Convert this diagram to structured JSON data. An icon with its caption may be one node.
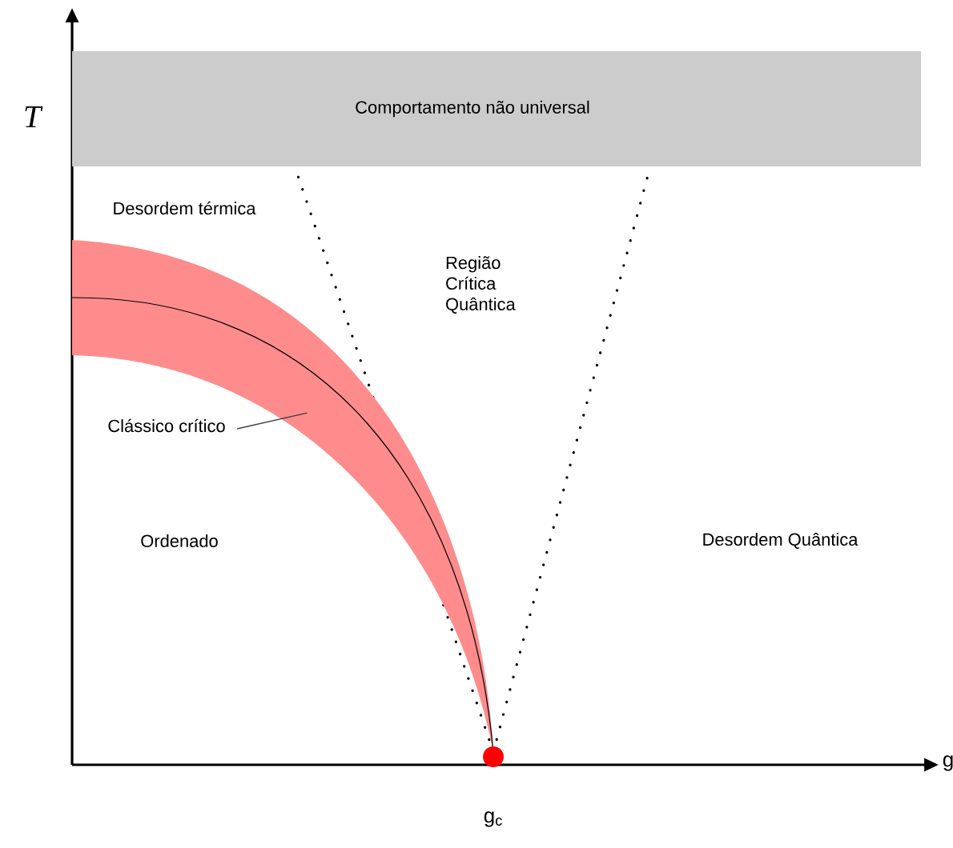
{
  "diagram": {
    "nodes": [
      {
        "text": [
          "Comportamento não universal"
        ]
      },
      {
        "text": [
          "Clássico crítico"
        ]
      },
      {
        "text": [],
        "shape": "band"
      }
    ],
    "edges": [
      {
        "from": 1,
        "to": 2,
        "arrow": "none"
      }
    ],
    "labels": [
      "T",
      "Desordem térmica",
      "Região Crítica Quântica",
      "Ordenado",
      "Desordem Quântica",
      "g",
      "g$_{c}$"
    ]
  }
}
